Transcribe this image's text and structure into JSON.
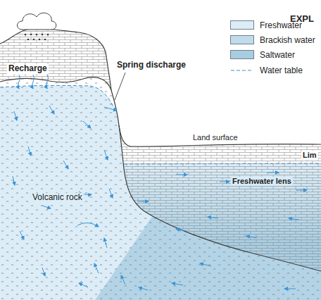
{
  "diagram": {
    "labels": [
      "EXPL",
      "Recharge",
      "Spring discharge",
      "Land surface",
      "Lim",
      "Freshwater lens",
      "Volcanic rock"
    ],
    "legend": [
      {
        "text": "Freshwater",
        "color": "#dcedf8"
      },
      {
        "text": "Brackish water",
        "color": "#c0dcec"
      },
      {
        "text": "Saltwater",
        "color": "#a8cde2"
      },
      {
        "text": "Water table"
      }
    ]
  }
}
